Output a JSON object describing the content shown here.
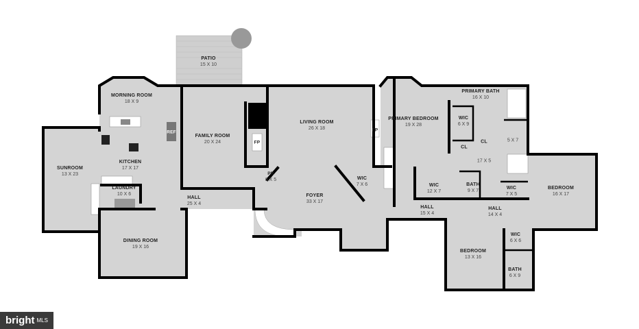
{
  "rooms": {
    "patio": {
      "name": "PATIO",
      "dims": "15 X 10"
    },
    "morning_room": {
      "name": "MORNING ROOM",
      "dims": "18 X 9"
    },
    "kitchen": {
      "name": "KITCHEN",
      "dims": "17 X 17"
    },
    "sunroom": {
      "name": "SUNROOM",
      "dims": "13 X 23"
    },
    "laundry": {
      "name": "LAUNDRY",
      "dims": "10 X 6"
    },
    "dining_room": {
      "name": "DINING ROOM",
      "dims": "19 X 16"
    },
    "family_room": {
      "name": "FAMILY ROOM",
      "dims": "20 X 24"
    },
    "living_room": {
      "name": "LIVING ROOM",
      "dims": "26 X 18"
    },
    "powder_room": {
      "name": "PR",
      "dims": "8 X 5"
    },
    "foyer": {
      "name": "FOYER",
      "dims": "33 X 17"
    },
    "wic_foyer": {
      "name": "WIC",
      "dims": "7 X 6"
    },
    "hall_main": {
      "name": "HALL",
      "dims": "25 X 4"
    },
    "primary_bedroom": {
      "name": "PRIMARY BEDROOM",
      "dims": "19 X 28"
    },
    "primary_bath": {
      "name": "PRIMARY BATH",
      "dims": "16 X 10"
    },
    "wic_primary": {
      "name": "WIC",
      "dims": "6 X 9"
    },
    "closet_1": {
      "name": "CL",
      "dims": ""
    },
    "closet_2": {
      "name": "CL",
      "dims": ""
    },
    "toilet_room": {
      "name": "",
      "dims": "5 X 7"
    },
    "primary_vestibule": {
      "name": "",
      "dims": "17 X 5"
    },
    "wic_12x7": {
      "name": "WIC",
      "dims": "12 X 7"
    },
    "bath_9x7": {
      "name": "BATH",
      "dims": "9 X 7"
    },
    "wic_7x5": {
      "name": "WIC",
      "dims": "7 X 5"
    },
    "bedroom_16x17": {
      "name": "BEDROOM",
      "dims": "16 X 17"
    },
    "hall_15x4": {
      "name": "HALL",
      "dims": "15 X 4"
    },
    "hall_14x4": {
      "name": "HALL",
      "dims": "14 X 4"
    },
    "wic_6x6": {
      "name": "WIC",
      "dims": "6 X 6"
    },
    "bedroom_13x16": {
      "name": "BEDROOM",
      "dims": "13 X 16"
    },
    "bath_6x9": {
      "name": "BATH",
      "dims": "6 X 9"
    }
  },
  "fixtures": {
    "fireplace_1": "FP",
    "fireplace_2": "FP",
    "refrigerator": "REF"
  },
  "logo": {
    "brand": "bright",
    "suffix": "MLS"
  }
}
